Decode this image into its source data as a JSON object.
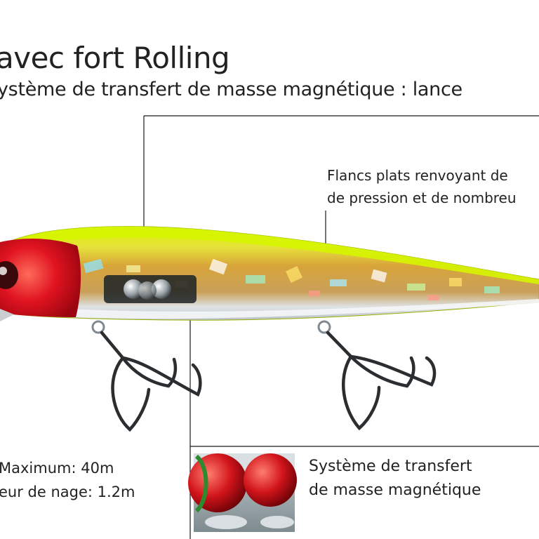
{
  "heading": {
    "title": "avec fort Rolling",
    "subtitle": "ystème de transfert de masse magnétique : lance"
  },
  "callouts": {
    "flancs": [
      "Flancs plats renvoyant de",
      "de pression et de nombreu"
    ],
    "magnet": [
      "Système de transfert",
      "de masse magnétique"
    ]
  },
  "specs": [
    "Maximum: 40m",
    "eur de nage: 1.2m"
  ],
  "colors": {
    "lure_top": "#c8f000",
    "lure_body": "#d9a11a",
    "lure_head": "#d8101a",
    "lure_belly": "#e9ecef",
    "leader_line": "#1a1a1a"
  },
  "icons": [
    "fishing-lure",
    "treble-hook",
    "magnetic-ball-icon"
  ]
}
